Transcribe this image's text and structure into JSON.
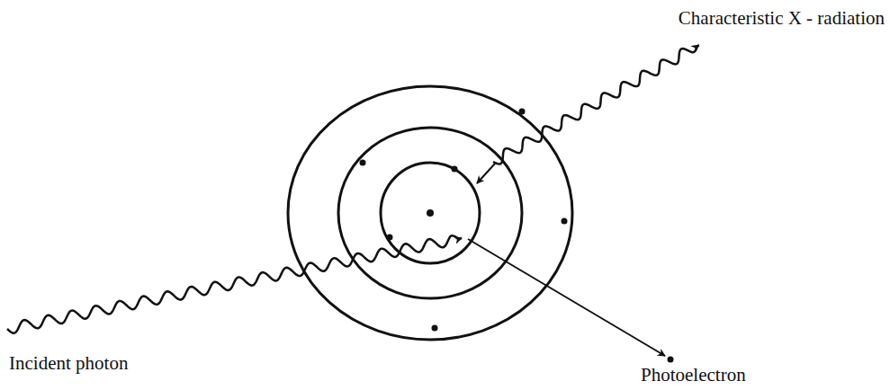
{
  "diagram": {
    "labels": [
      "Characteristic X - radiation",
      "Incident photon",
      "Photoelectron"
    ]
  }
}
